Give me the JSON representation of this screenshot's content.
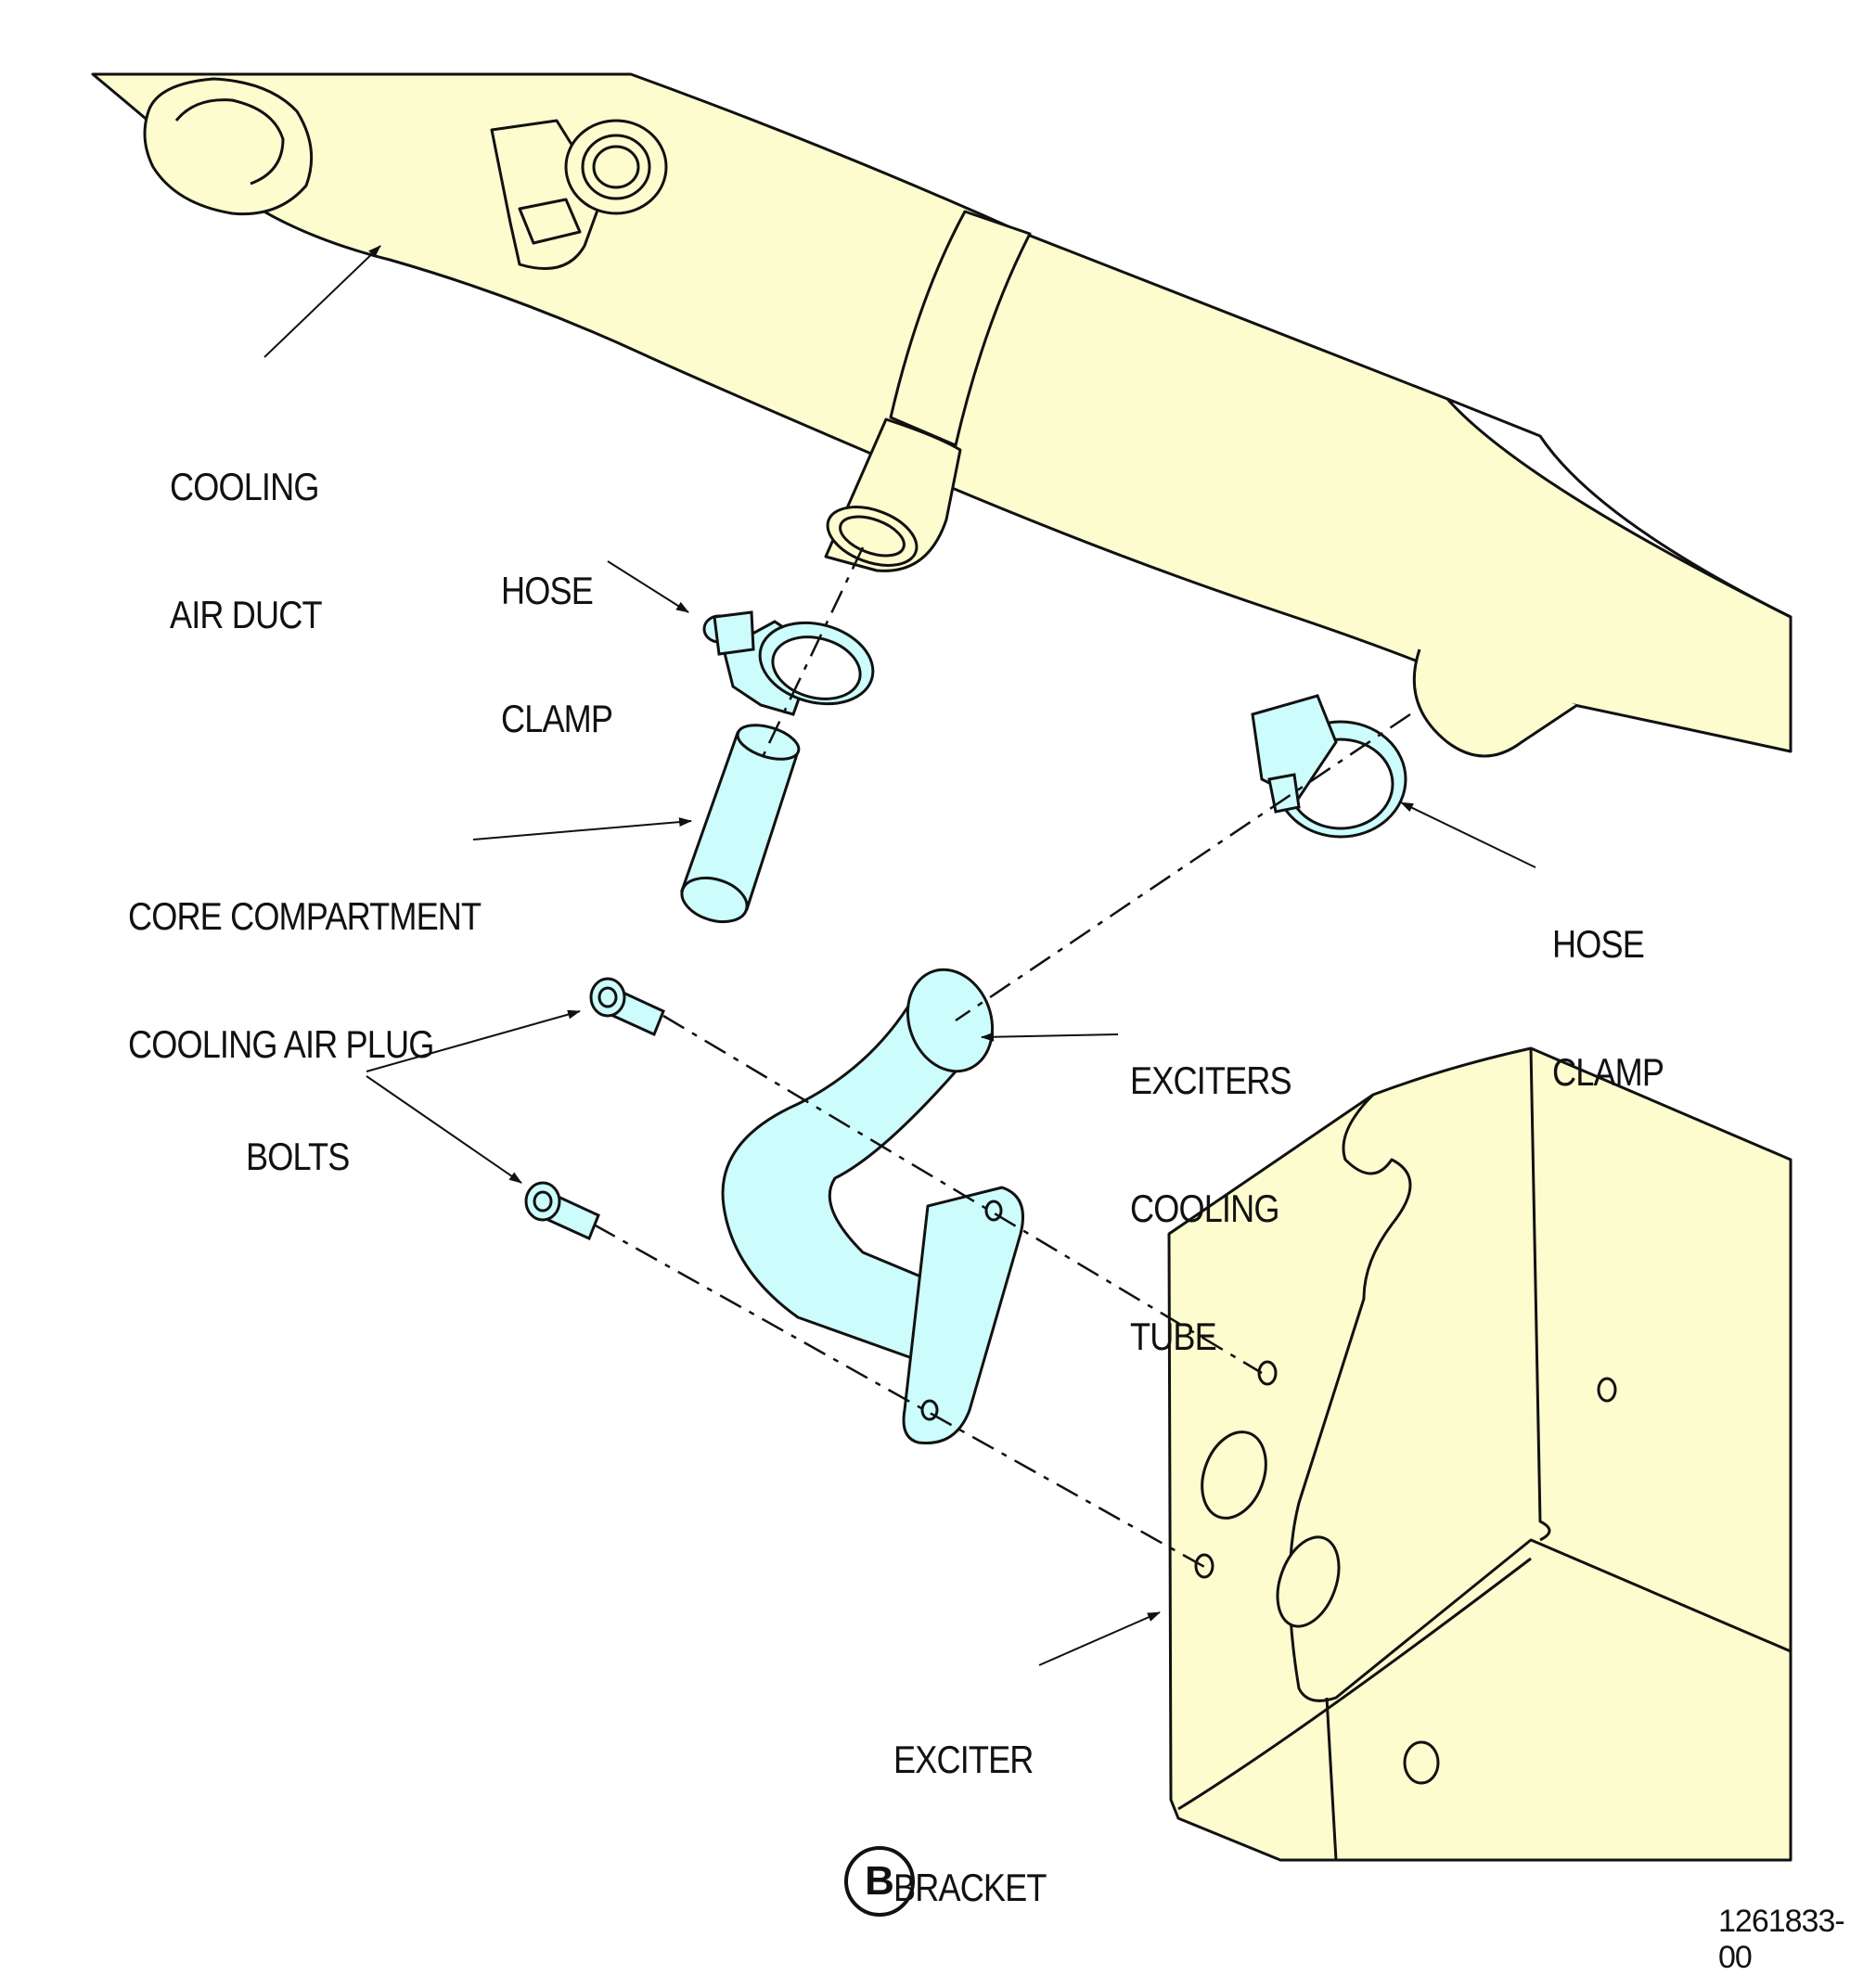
{
  "colors": {
    "duct_fill": "#fdfccf",
    "part_fill": "#ccfcfc",
    "bracket_fill": "#fdfccf",
    "line": "#111111"
  },
  "labels": {
    "cooling_air_duct": [
      "COOLING",
      "AIR DUCT"
    ],
    "hose_clamp_left": [
      "HOSE",
      "CLAMP"
    ],
    "core_plug": [
      "CORE COMPARTMENT",
      "COOLING AIR PLUG"
    ],
    "hose_clamp_right": [
      "HOSE",
      "CLAMP"
    ],
    "exciters_tube": [
      "EXCITERS",
      "COOLING",
      "TUBE"
    ],
    "bolts": "BOLTS",
    "exciter_bracket": [
      "EXCITER",
      "BRACKET"
    ]
  },
  "view_letter": "B",
  "drawing_number": "1261833-00"
}
